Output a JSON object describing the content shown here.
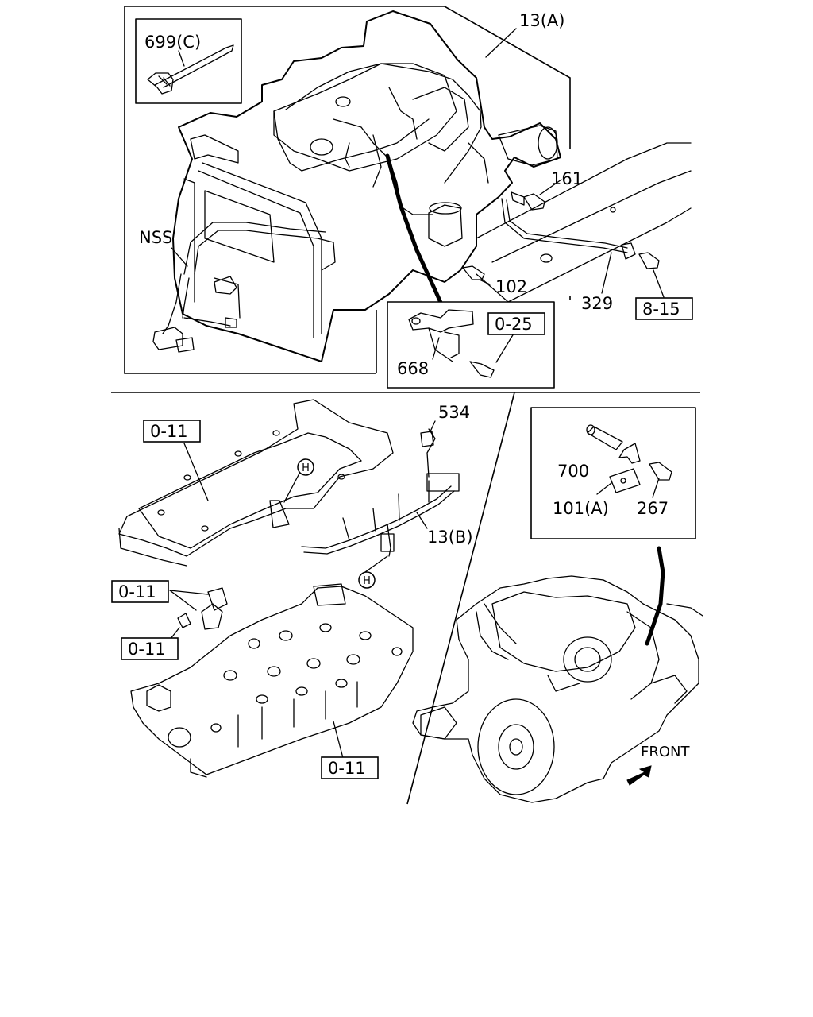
{
  "labels": {
    "harness_a": "13(A)",
    "harness_b": "13(B)",
    "clip_c": "699(C)",
    "nss": "NSS",
    "bolt_161": "161",
    "bolt_102": "102",
    "cable_329": "329",
    "ref_8_15": "8-15",
    "ref_0_25": "0-25",
    "bracket_668": "668",
    "bolt_534": "534",
    "ref_0_11_gasket": "0-11",
    "ref_0_11_sensor": "0-11",
    "ref_0_11_bolt": "0-11",
    "ref_0_11_head": "0-11",
    "marker_h_top": "H",
    "marker_h_bottom": "H",
    "sleeve_700": "700",
    "bracket_101a": "101(A)",
    "bolt_267": "267",
    "front": "FRONT"
  }
}
